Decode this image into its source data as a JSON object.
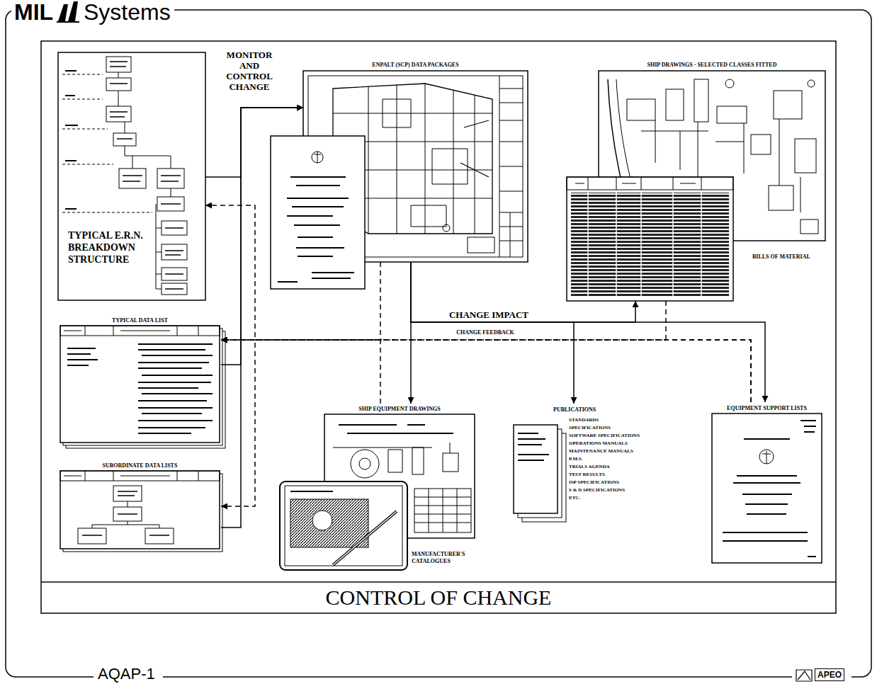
{
  "diagram": {
    "title": "CONTROL OF CHANGE",
    "nodes": [
      {
        "text": [
          "TYPICAL E.R.N. BREAKDOWN STRUCTURE"
        ]
      },
      {
        "text": [
          "ENPALT (SCP) DATA PACKAGES"
        ]
      },
      {
        "text": [
          "SHIP DRAWINGS - SELECTED CLASSES FITTED"
        ]
      },
      {
        "text": [
          "BILLS OF MATERIAL"
        ]
      },
      {
        "text": [
          "TYPICAL DATA LIST"
        ]
      },
      {
        "text": [
          "SUBORDINATE DATA LISTS"
        ]
      },
      {
        "text": [
          "SHIP EQUIPMENT DRAWINGS"
        ]
      },
      {
        "text": [
          "MANUFACTURER'S CATALOGUES"
        ]
      },
      {
        "text": [
          "PUBLICATIONS",
          "STANDARDS",
          "SPECIFICATIONS",
          "SOFTWARE SPECIFICATIONS",
          "OPERATIONS MANUALS",
          "MAINTENANCE MANUALS",
          "P.M.S.",
          "TRIALS AGENDA",
          "TEST RESULTS",
          "ISP SPECIFICATIONS",
          "S & D SPECIFICATIONS",
          "ETC."
        ]
      },
      {
        "text": [
          "EQUIPMENT SUPPORT LISTS"
        ]
      }
    ],
    "edges": [
      {
        "from": 0,
        "to": 1,
        "arrow": "to",
        "label": "MONITOR AND CONTROL CHANGE"
      },
      {
        "from": 4,
        "to": 1,
        "arrow": "to"
      },
      {
        "from": 5,
        "to": 1,
        "arrow": "to"
      },
      {
        "from": 1,
        "to": 3,
        "arrow": "to",
        "label": "CHANGE IMPACT"
      },
      {
        "from": 1,
        "to": 8,
        "arrow": "to"
      },
      {
        "from": 1,
        "to": 9,
        "arrow": "to"
      },
      {
        "from": 1,
        "to": 6,
        "arrow": "to"
      },
      {
        "from": 9,
        "to": 4,
        "arrow": "to",
        "label": "CHANGE FEEDBACK"
      },
      {
        "from": 3,
        "to": 4,
        "arrow": "to"
      },
      {
        "from": 6,
        "to": 4,
        "arrow": "to"
      },
      {
        "from": 1,
        "to": 4,
        "arrow": "to"
      },
      {
        "from": 9,
        "to": 0,
        "arrow": "to"
      },
      {
        "from": 9,
        "to": 5,
        "arrow": "to"
      }
    ],
    "labels": [
      "MIL",
      "Systems",
      "AQAP-1",
      "APEO"
    ]
  }
}
